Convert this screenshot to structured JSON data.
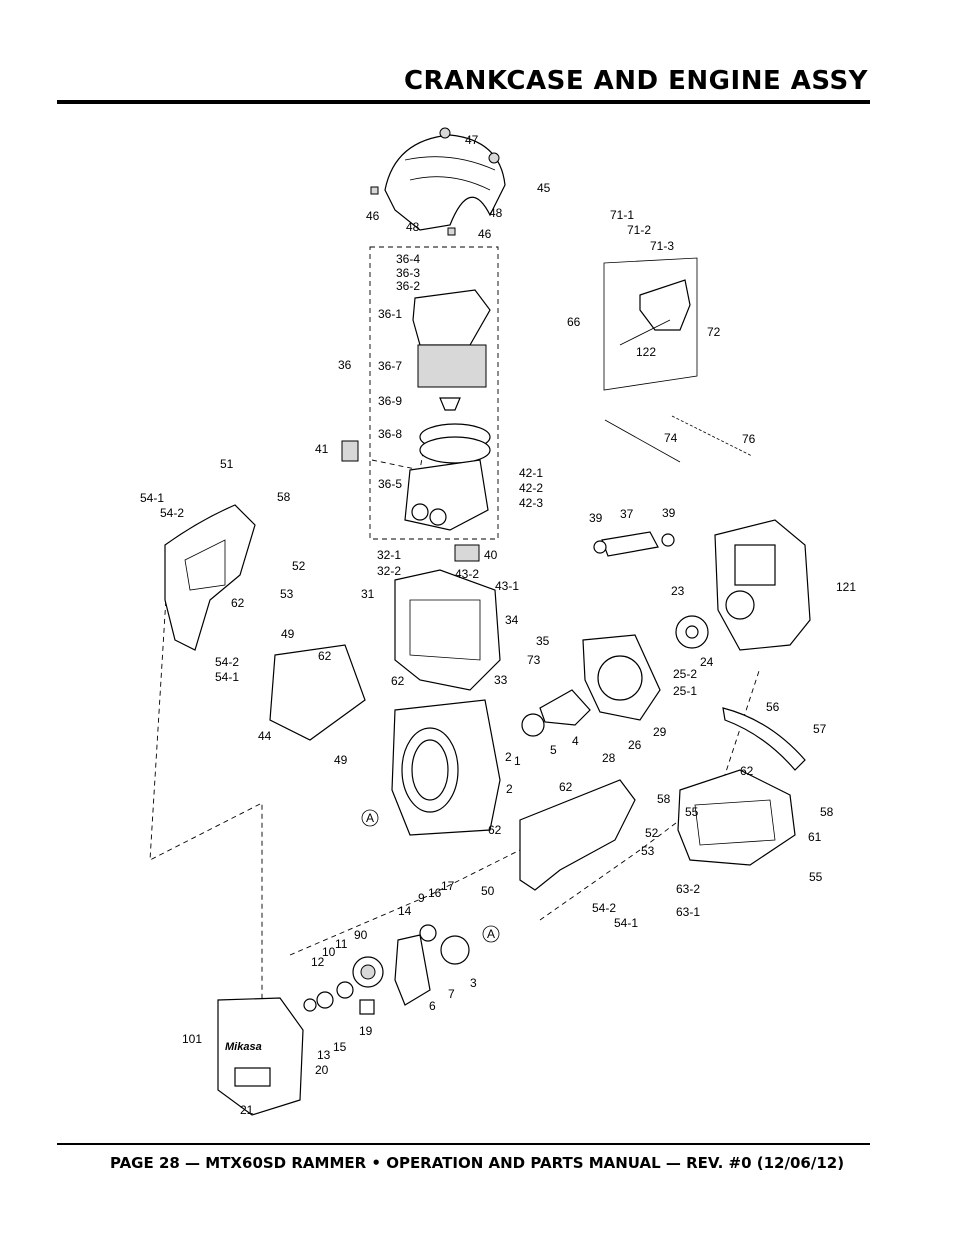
{
  "page": {
    "title": "CRANKCASE AND ENGINE ASSY",
    "footer": "PAGE 28 — MTX60SD RAMMER • OPERATION AND PARTS MANUAL — REV. #0 (12/06/12)"
  },
  "diagram": {
    "brand_mark": "Mikasa",
    "labels": [
      "47",
      "45",
      "46",
      "48",
      "48",
      "46",
      "36-4",
      "36-3",
      "36-2",
      "36-1",
      "36",
      "36-7",
      "36-9",
      "36-8",
      "36-5",
      "41",
      "42-1",
      "42-2",
      "42-3",
      "71-1",
      "71-2",
      "71-3",
      "66",
      "72",
      "122",
      "74",
      "76",
      "51",
      "54-1",
      "54-2",
      "58",
      "52",
      "53",
      "62",
      "39",
      "37",
      "39",
      "121",
      "23",
      "24",
      "25-2",
      "25-1",
      "32-1",
      "32-2",
      "40",
      "43-2",
      "43-1",
      "31",
      "34",
      "35",
      "73",
      "33",
      "49",
      "62",
      "54-2",
      "54-1",
      "44",
      "49",
      "62",
      "4",
      "5",
      "26",
      "28",
      "29",
      "56",
      "57",
      "2",
      "1",
      "2",
      "A",
      "62",
      "62",
      "58",
      "62",
      "55",
      "58",
      "61",
      "52",
      "53",
      "50",
      "54-2",
      "54-1",
      "55",
      "63-2",
      "63-1",
      "17",
      "16",
      "9",
      "14",
      "90",
      "11",
      "10",
      "12",
      "A",
      "3",
      "7",
      "6",
      "19",
      "13",
      "15",
      "101",
      "20",
      "21"
    ]
  }
}
